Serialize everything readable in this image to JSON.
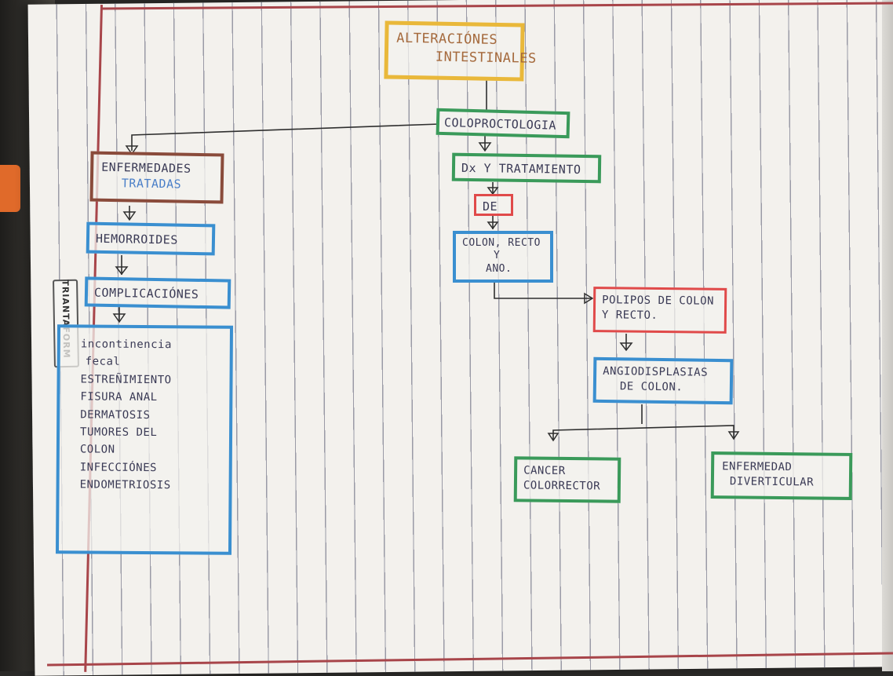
{
  "diagram": {
    "title_line1": "ALTERACIÓNES",
    "title_line2": "INTESTINALES",
    "coloproctologia": "COLOPROCTOLOGIA",
    "dx_tratamiento": "Dx Y TRATAMIENTO",
    "de": "DE",
    "colon_recto_1": "COLON, RECTO",
    "colon_recto_2": "Y",
    "colon_recto_3": "ANO.",
    "enfermedades_1": "ENFERMEDADES",
    "enfermedades_2": "TRATADAS",
    "hemorroides": "HEMORROIDES",
    "complicaciones": "COMPLICACIÓNES",
    "complicaciones_list": [
      "incontinencia",
      "fecal",
      "ESTREÑIMIENTO",
      "FISURA ANAL",
      "DERMATOSIS",
      "TUMORES DEL",
      "COLON",
      "INFECCIÓNES",
      "ENDOMETRIOSIS"
    ],
    "polipos_1": "POLIPOS DE COLON",
    "polipos_2": "Y RECTO.",
    "angiodisplasias_1": "ANGIODISPLASIAS",
    "angiodisplasias_2": "DE COLON.",
    "cancer_1": "CANCER",
    "cancer_2": "COLORRECTOR",
    "enfermedad_div_1": "ENFERMEDAD",
    "enfermedad_div_2": "DIVERTICULAR"
  },
  "logo_text": "TRIANTAFORM",
  "colors": {
    "title_border": "#e9b83a",
    "green": "#3a9a5a",
    "brown": "#8a4b3b",
    "blue": "#3a8fd0",
    "red": "#e04a4a",
    "margin_red": "#a8454a"
  }
}
